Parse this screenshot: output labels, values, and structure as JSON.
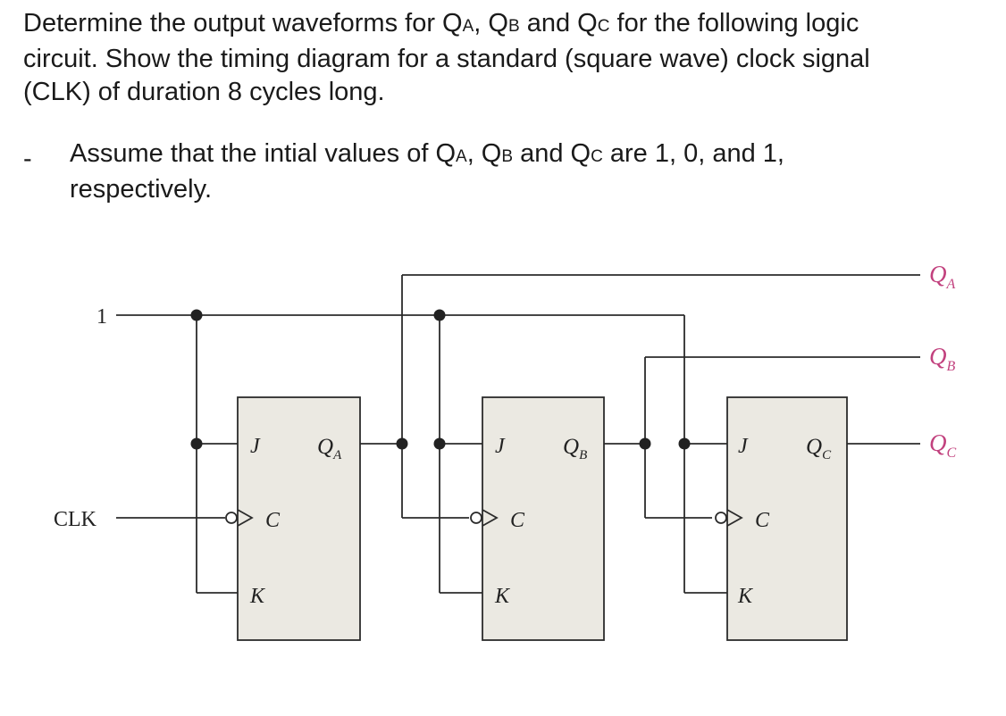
{
  "question": {
    "l1_a": "Determine the output waveforms for Q",
    "l1_b": "A",
    "l1_c": ", Q",
    "l1_d": "B",
    "l1_e": " and Q",
    "l1_f": "C",
    "l1_g": " for the following logic",
    "l2": "circuit. Show the timing diagram for a standard (square wave) clock signal",
    "l3": "(CLK) of duration 8 cycles long."
  },
  "assumption": {
    "dash": "-",
    "l1_a": "Assume that the intial values of Q",
    "l1_b": "A",
    "l1_c": ", Q",
    "l1_d": "B",
    "l1_e": " and Q",
    "l1_f": "C",
    "l1_g": " are 1, 0, and 1,",
    "l2": "respectively."
  },
  "circuit": {
    "input_one": "1",
    "clk": "CLK",
    "flipflops": [
      {
        "j": "J",
        "c": "C",
        "k": "K",
        "q": "Q",
        "q_sub": "A"
      },
      {
        "j": "J",
        "c": "C",
        "k": "K",
        "q": "Q",
        "q_sub": "B"
      },
      {
        "j": "J",
        "c": "C",
        "k": "K",
        "q": "Q",
        "q_sub": "C"
      }
    ],
    "outputs": [
      {
        "q": "Q",
        "sub": "A"
      },
      {
        "q": "Q",
        "sub": "B"
      },
      {
        "q": "Q",
        "sub": "C"
      }
    ],
    "colors": {
      "output_label": "#c2417e",
      "box_fill": "#ebe9e2",
      "wire": "#2b2b2b"
    }
  }
}
